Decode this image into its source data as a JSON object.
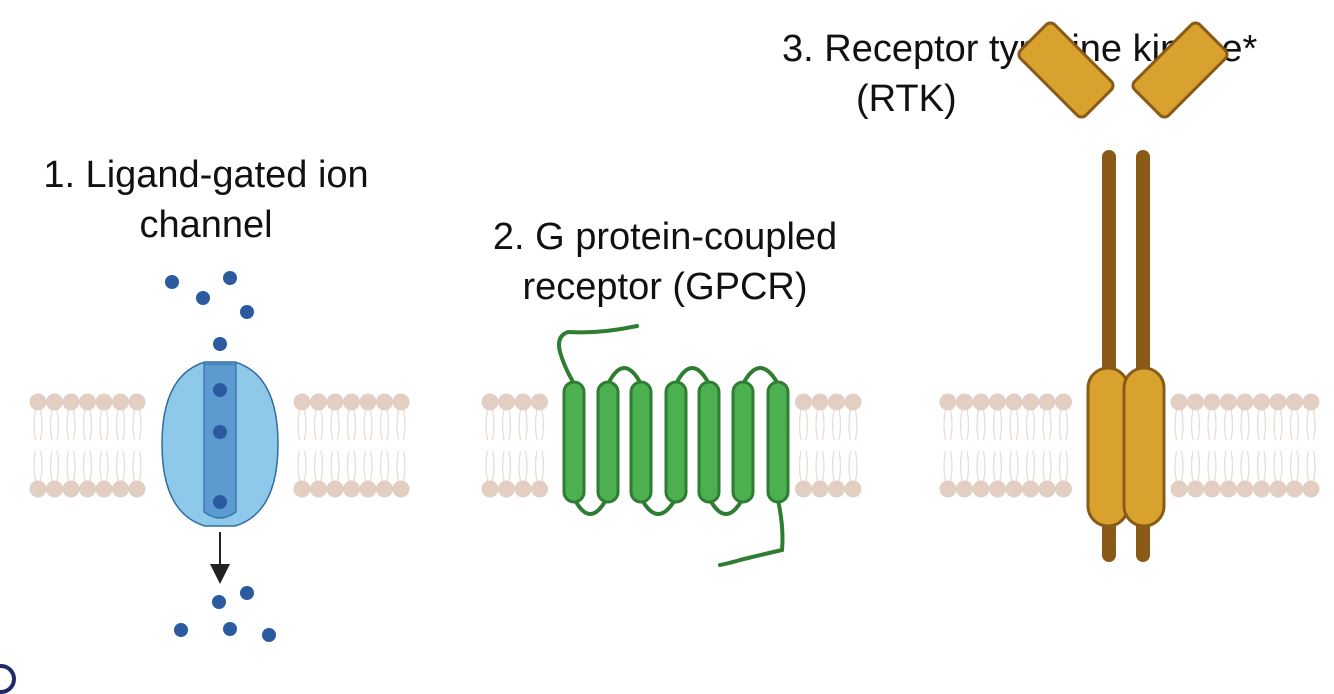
{
  "receptors": [
    {
      "label_line1": "1. Ligand-gated ion",
      "label_line2": "channel"
    },
    {
      "label_line1": "2. G protein-coupled",
      "label_line2": "receptor (GPCR)"
    },
    {
      "label_line1": "3. Receptor tyrosine kinase*",
      "label_line2": "(RTK)"
    }
  ],
  "colors": {
    "text": "#111111",
    "lipid_head": "#e2cfc2",
    "lipid_tail": "#e9ddd4",
    "channel_fill": "#8ec9ea",
    "channel_pore": "#5b9bd0",
    "channel_stroke": "#2f6da3",
    "ligand": "#2b5aa0",
    "gpcr_fill": "#4caf50",
    "gpcr_stroke": "#2e7d32",
    "rtk_fill": "#d9a12e",
    "rtk_stroke": "#8a5a17",
    "rtk_stalk": "#8a5a17"
  },
  "icons": [
    "membrane-bilayer-icon",
    "ion-channel-icon",
    "ligand-ion-icon",
    "gpcr-icon",
    "rtk-icon",
    "flow-arrow-icon"
  ]
}
